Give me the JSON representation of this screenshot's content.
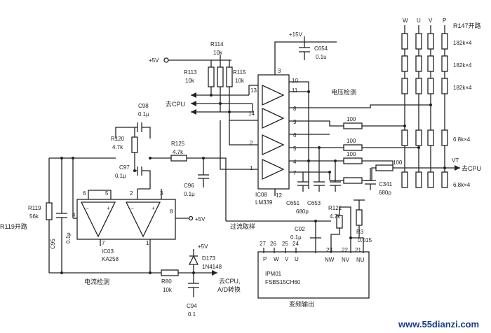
{
  "supplies": {
    "vcc5_top": "+5V",
    "vcc15": "+15V",
    "vcc5_opamp": "+5V",
    "vcc5_diode": "+5V"
  },
  "resistors": {
    "r113": {
      "ref": "R113",
      "value": "10k"
    },
    "r114": {
      "ref": "R114",
      "value": "10k"
    },
    "r115": {
      "ref": "R115",
      "value": "10k"
    },
    "r120": {
      "ref": "R120",
      "value": "4.7k"
    },
    "r125": {
      "ref": "R125",
      "value": "4.7k"
    },
    "r119": {
      "ref": "R119",
      "value": "56k",
      "note": "R119开路"
    },
    "r80": {
      "ref": "R80",
      "value": "10k"
    },
    "r121": {
      "ref": "R121",
      "value": "4.7k"
    },
    "r3": {
      "ref": "R3",
      "value": "0.015"
    },
    "r100a": {
      "value": "100"
    },
    "r100b": {
      "value": "100"
    },
    "r100c": {
      "value": "100"
    },
    "r100d": {
      "value": "100"
    }
  },
  "capacitors": {
    "c654": {
      "ref": "C654",
      "value": "0.1u"
    },
    "c98": {
      "ref": "C98",
      "value": "0.1μ"
    },
    "c97": {
      "ref": "C97",
      "value": "0.1μ"
    },
    "c96": {
      "ref": "C96",
      "value": "0.1μ"
    },
    "c95": {
      "ref": "C95",
      "value": "0.1μ"
    },
    "c02": {
      "ref": "C02",
      "value": "0.1μ"
    },
    "c94": {
      "ref": "C94",
      "value": "0.1"
    },
    "c651": {
      "ref": "C651",
      "value": "680p"
    },
    "c653": {
      "ref": "C653"
    },
    "c341": {
      "ref": "C341",
      "value": "680p"
    }
  },
  "ics": {
    "ic08": {
      "ref": "IC08",
      "part": "LM339",
      "pins": [
        "3",
        "10",
        "11",
        "13",
        "14",
        "8",
        "9",
        "6",
        "5",
        "2",
        "4",
        "1",
        "7",
        "12"
      ]
    },
    "ic03": {
      "ref": "IC03",
      "part": "KA258",
      "pins": [
        "6",
        "5",
        "2",
        "3",
        "4",
        "8",
        "7",
        "1"
      ]
    },
    "ipm": {
      "ref": "IPM01",
      "part": "FSBS15CH60",
      "pins_top": [
        "27",
        "26",
        "25",
        "24"
      ],
      "pins_top_names": [
        "P",
        "W",
        "V",
        "U"
      ],
      "pins_right": [
        "23",
        "22",
        "21"
      ],
      "pins_right_names": [
        "NW",
        "NV",
        "NU"
      ]
    }
  },
  "diode": {
    "ref": "D173",
    "part": "1N4148"
  },
  "divider": {
    "columns": [
      "W",
      "U",
      "V",
      "P"
    ],
    "r147_note": "R147开路",
    "top_values": [
      "182k×4",
      "182k×4",
      "182k×4"
    ],
    "bottom_values": [
      "6.8k×4",
      "6.8k×4"
    ],
    "vt_label": "VT"
  },
  "labels": {
    "to_cpu_1": "去CPU",
    "to_cpu_2": "去CPU",
    "to_cpu_vt": "去CPU",
    "to_cpu_adc_line1": "去CPU,",
    "to_cpu_adc_line2": "A/D转换",
    "voltage_detect": "电压检测",
    "overcurrent_sample": "过流取样",
    "current_detect": "电流检测",
    "inverter_output": "变频输出"
  },
  "watermark": "www.55dianzi.com"
}
